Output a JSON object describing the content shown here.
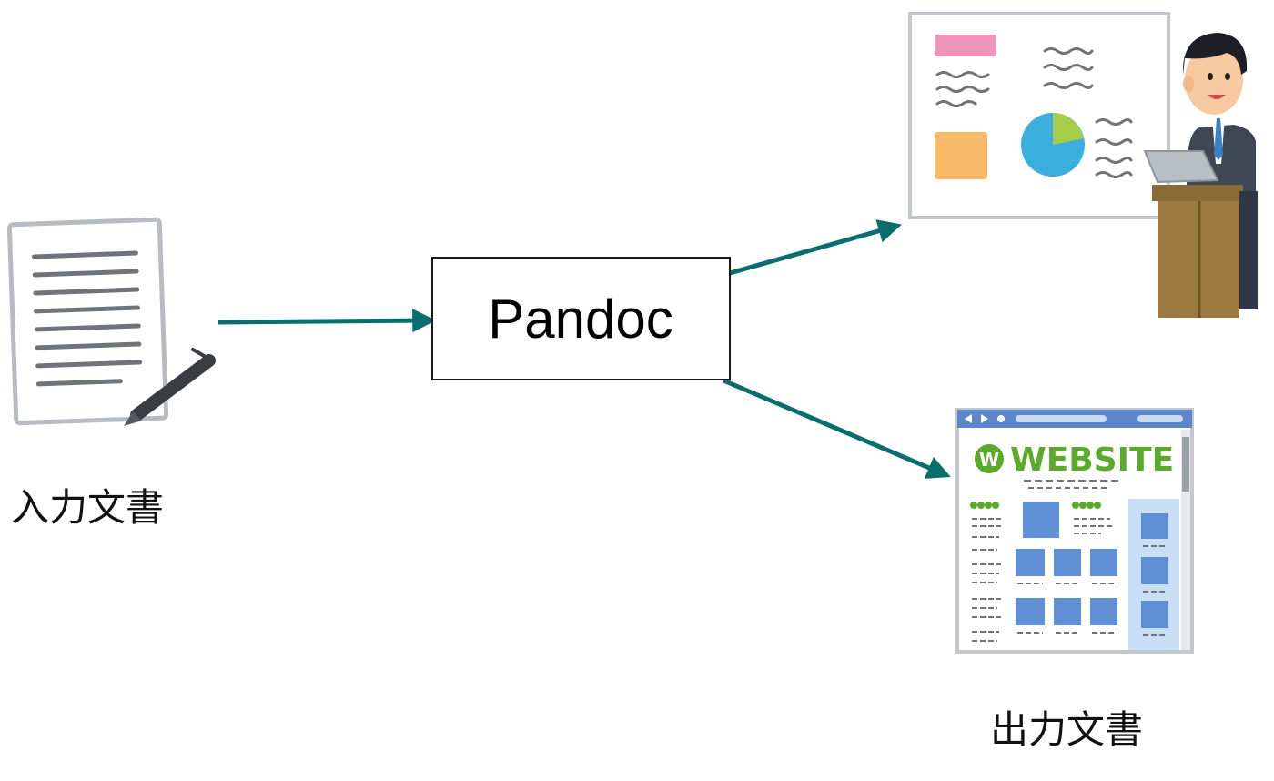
{
  "input_label": "入力文書",
  "output_label": "出力文書",
  "processor_label": "Pandoc",
  "website_title": "WEBSITE",
  "website_logo_letter": "W",
  "colors": {
    "arrow": "#0b6e6e",
    "website_green": "#5aab2a",
    "browser_bar": "#5b86c8",
    "tile": "#5f8fd4",
    "slide_pink": "#ef95b9",
    "slide_orange": "#f8b968",
    "pie_blue": "#3aaedc",
    "pie_green": "#a6cc4a",
    "podium": "#8a6a35"
  },
  "icons": {
    "input": "document-with-pen-icon",
    "output_presentation": "presenter-slides-icon",
    "output_website": "website-browser-icon"
  }
}
